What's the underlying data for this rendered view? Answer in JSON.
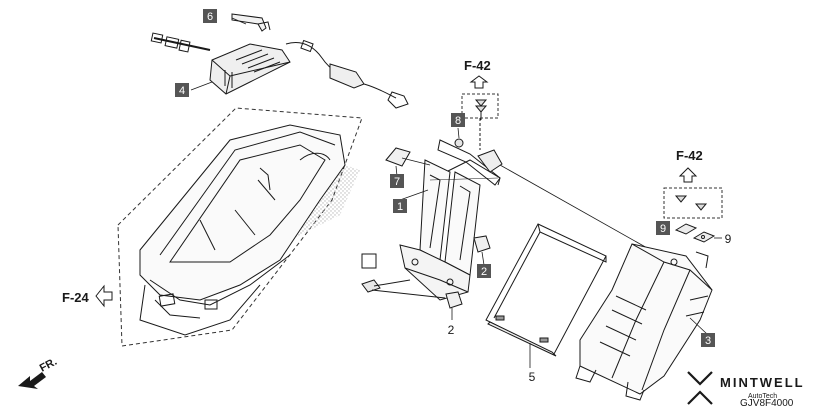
{
  "callouts": [
    {
      "id": "callout-6",
      "label": "6",
      "boxed": true
    },
    {
      "id": "callout-4",
      "label": "4",
      "boxed": true
    },
    {
      "id": "callout-8",
      "label": "8",
      "boxed": true
    },
    {
      "id": "callout-7",
      "label": "7",
      "boxed": true
    },
    {
      "id": "callout-1",
      "label": "1",
      "boxed": true
    },
    {
      "id": "callout-2a",
      "label": "2",
      "boxed": true
    },
    {
      "id": "callout-2b",
      "label": "2",
      "boxed": false
    },
    {
      "id": "callout-5",
      "label": "5",
      "boxed": false
    },
    {
      "id": "callout-9a",
      "label": "9",
      "boxed": true
    },
    {
      "id": "callout-9b",
      "label": "9",
      "boxed": false
    },
    {
      "id": "callout-3",
      "label": "3",
      "boxed": true
    }
  ],
  "refs": {
    "f42_top": "F-42",
    "f42_right": "F-42",
    "f24": "F-24"
  },
  "front_arrow": "FR.",
  "brand": {
    "name": "MINTWELL",
    "tagline": "AutoTech"
  },
  "diagram_code": "GJV8F4000",
  "colors": {
    "line": "#1a1a1a",
    "callout_fill": "#555555",
    "callout_text": "#ffffff",
    "hatch": "#bbbbbb"
  }
}
